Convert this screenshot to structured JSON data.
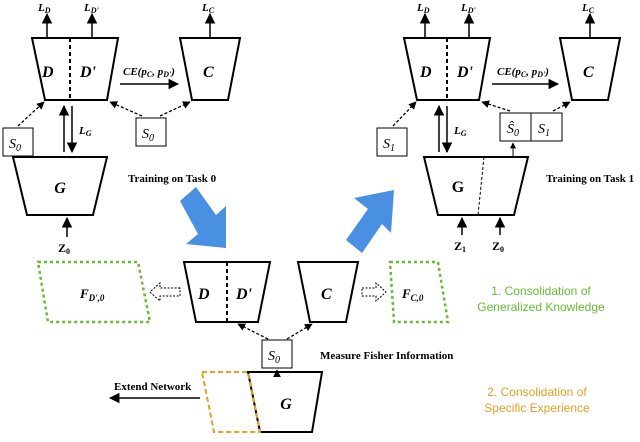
{
  "labels": {
    "L_D": "L",
    "L_D_sub": "D",
    "L_Dp": "L",
    "L_Dp_sub": "D'",
    "L_C": "L",
    "L_C_sub": "C",
    "L_G": "L",
    "L_G_sub": "G",
    "D": "D",
    "Dp": "D'",
    "C": "C",
    "G": "G",
    "CE": "CE(p",
    "CE_sub1": "C",
    "CE_mid": ", p",
    "CE_sub2": "D'",
    "CE_end": ")",
    "S0": "S",
    "S0_sub": "0",
    "S1": "S",
    "S1_sub": "1",
    "S0hat": "Ŝ",
    "S0hat_sub": "0",
    "Z0": "Z",
    "Z0_sub": "0",
    "Z1": "Z",
    "Z1_sub": "1",
    "FD": "F",
    "FD_sub": "D',0",
    "FC": "F",
    "FC_sub": "C,0"
  },
  "captions": {
    "task0": "Training on Task 0",
    "task1": "Training on Task 1",
    "fisher": "Measure Fisher Information",
    "extend": "Extend Network"
  },
  "legend": {
    "general_line1": "1. Consolidation of",
    "general_line2": "Generalized Knowledge",
    "specific_line1": "2. Consolidation of",
    "specific_line2": "Specific Experience"
  },
  "colors": {
    "green": "#66bb33",
    "orange": "#e0a020",
    "blue_arrow": "#4a90e2",
    "ink": "#000000"
  }
}
